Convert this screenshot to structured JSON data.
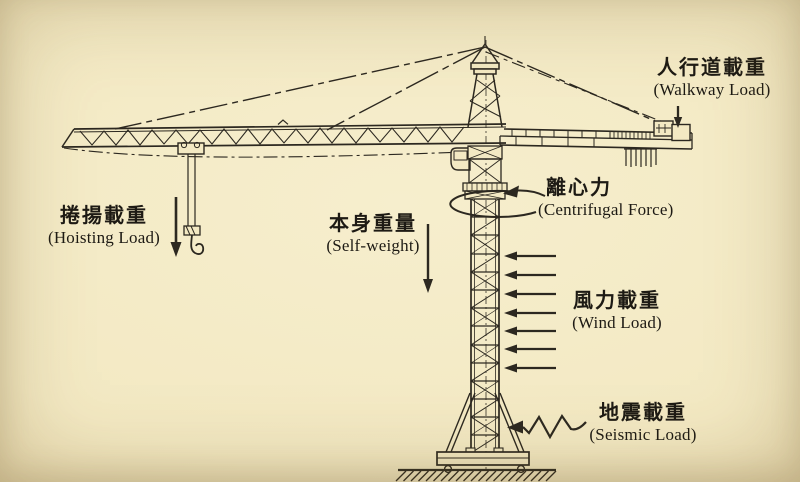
{
  "labels": {
    "hoisting": {
      "zh": "捲揚載重",
      "en": "(Hoisting Load)"
    },
    "self_weight": {
      "zh": "本身重量",
      "en": "(Self-weight)"
    },
    "walkway": {
      "zh": "人行道載重",
      "en": "(Walkway Load)"
    },
    "centrifugal": {
      "zh": "離心力",
      "en": "(Centrifugal Force)"
    },
    "wind": {
      "zh": "風力載重",
      "en": "(Wind Load)"
    },
    "seismic": {
      "zh": "地震載重",
      "en": "(Seismic Load)"
    }
  },
  "diagram": {
    "subject_visible": "tower crane with load arrows",
    "wind_arrow_count": 7
  },
  "colors": {
    "paper": "#f3e9c3",
    "paper_edge": "#e0cf9e",
    "ink": "#2c2820",
    "text": "#1d1a14"
  }
}
